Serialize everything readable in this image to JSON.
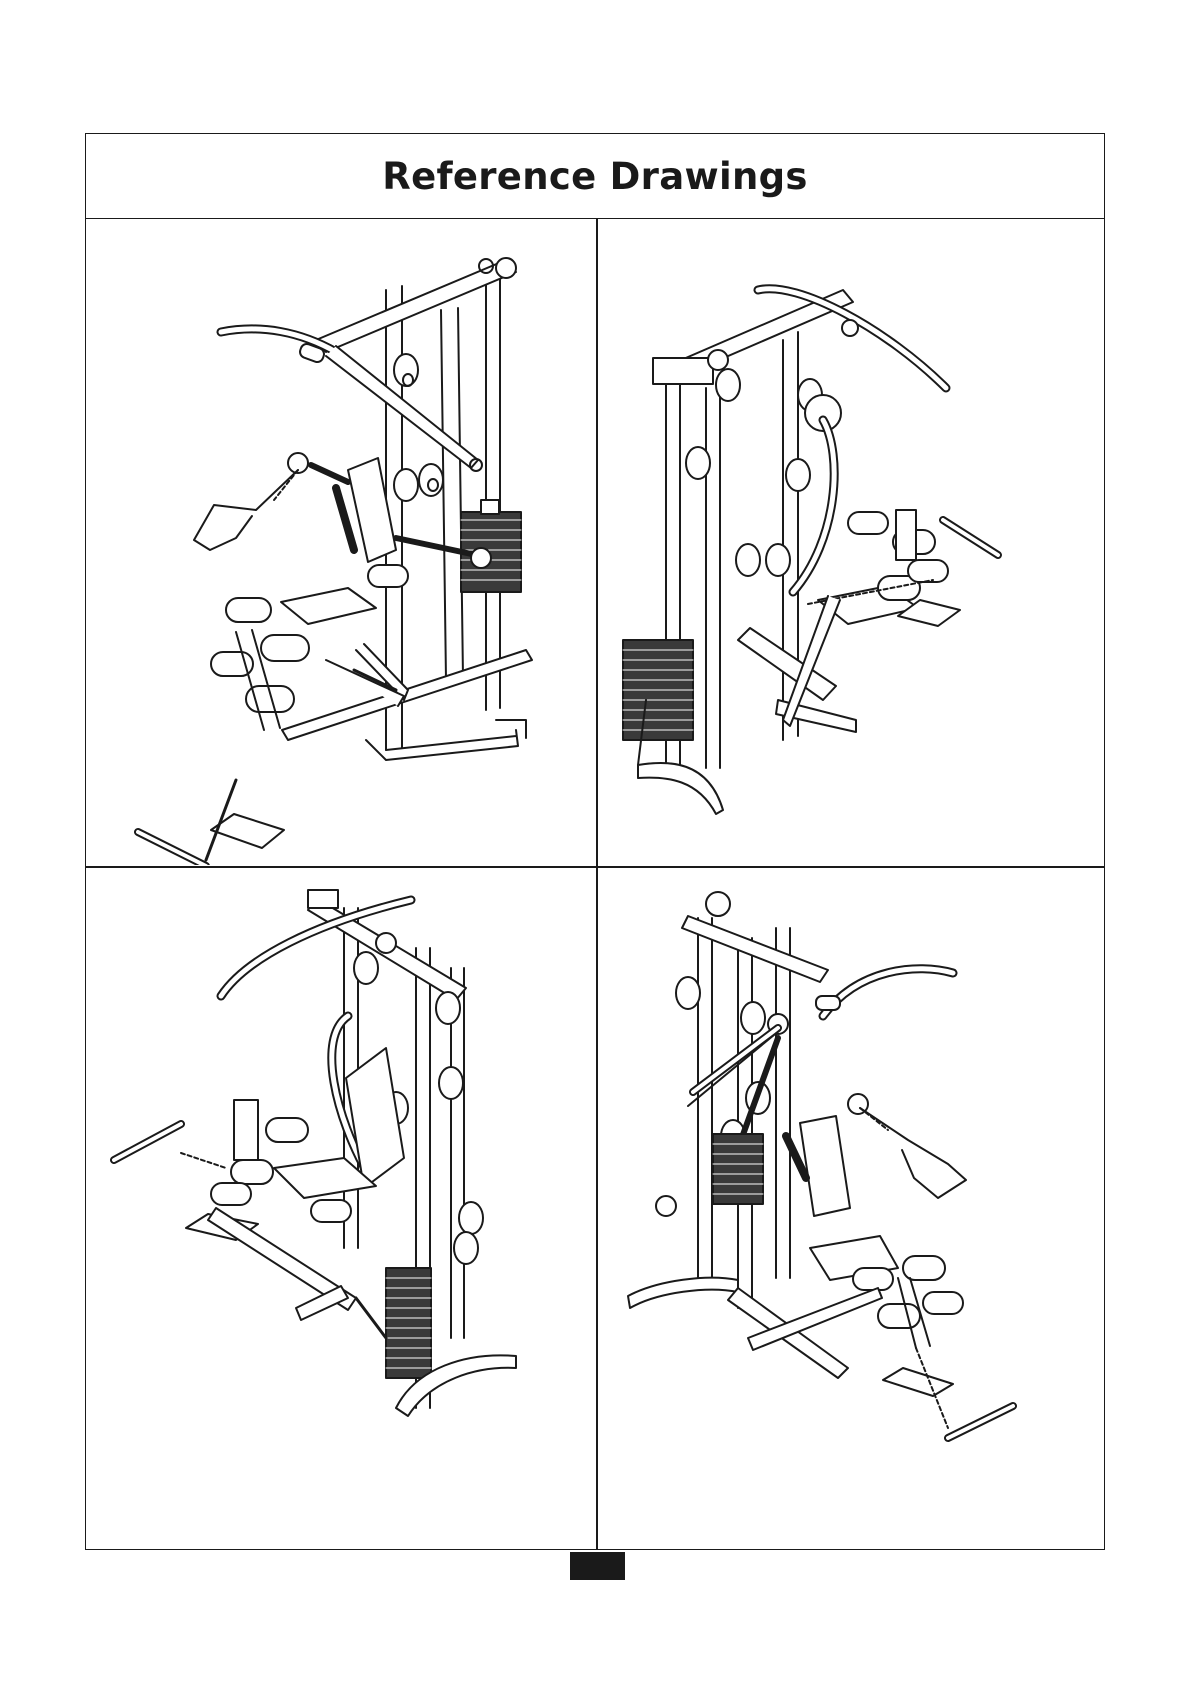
{
  "page": {
    "title": "Reference Drawings",
    "page_number": ""
  },
  "drawings": [
    {
      "view": "front-left"
    },
    {
      "view": "rear-right"
    },
    {
      "view": "rear-left"
    },
    {
      "view": "front-right"
    }
  ],
  "colors": {
    "line": "#1a1a1a",
    "fill": "#ffffff",
    "plate": "#3a3a3a"
  }
}
